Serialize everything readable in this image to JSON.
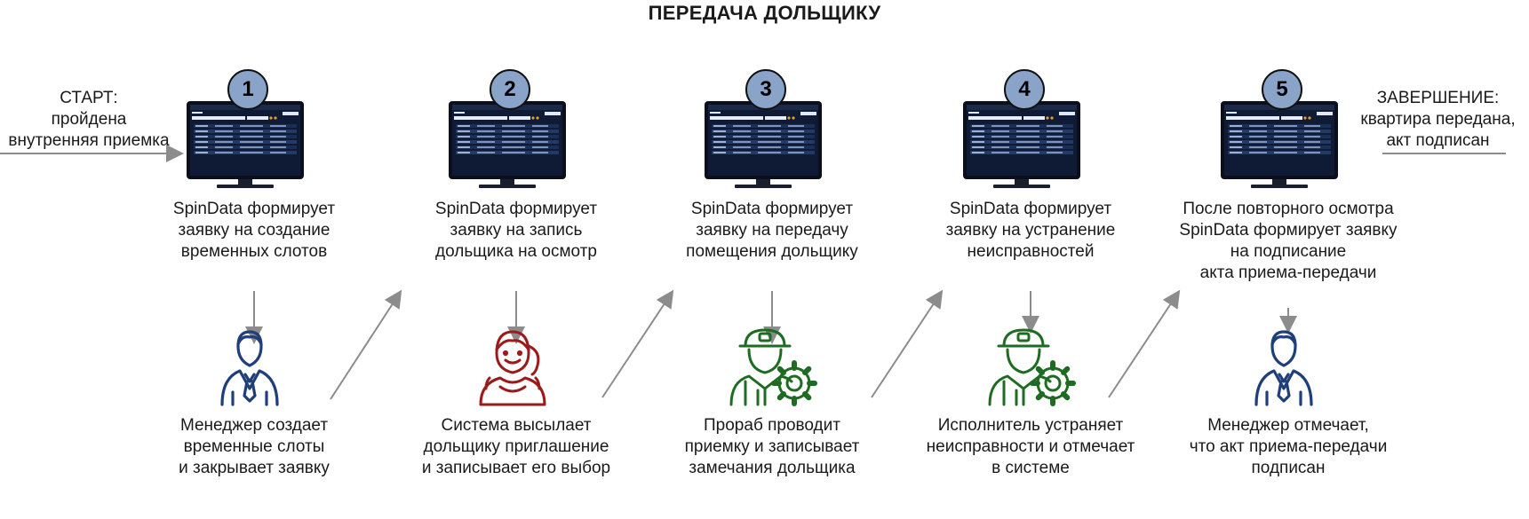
{
  "title": "ПЕРЕДАЧА ДОЛЬЩИКУ",
  "start": {
    "lines": [
      "СТАРТ:",
      "пройдена",
      "внутренняя приемка"
    ]
  },
  "finish": {
    "lines": [
      "ЗАВЕРШЕНИЕ:",
      "квартира передана,",
      "акт подписан"
    ]
  },
  "steps": [
    {
      "number": "1",
      "desc": [
        "SpinData формирует",
        "заявку на создание",
        "временных слотов"
      ],
      "person_icon": "manager-icon",
      "person_color": "#1f3f7a",
      "caption": [
        "Менеджер создает",
        "временные слоты",
        "и закрывает заявку"
      ]
    },
    {
      "number": "2",
      "desc": [
        "SpinData формирует",
        "заявку на запись",
        "дольщика на осмотр"
      ],
      "person_icon": "woman-operator-icon",
      "person_color": "#9b1a1a",
      "caption": [
        "Система высылает",
        "дольщику приглашение",
        "и записывает его выбор"
      ]
    },
    {
      "number": "3",
      "desc": [
        "SpinData формирует",
        "заявку на передачу",
        "помещения дольщику"
      ],
      "person_icon": "foreman-gear-icon",
      "person_color": "#1e6b22",
      "caption": [
        "Прораб проводит",
        "приемку и записывает",
        "замечания дольщика"
      ]
    },
    {
      "number": "4",
      "desc": [
        "SpinData формирует",
        "заявку на устранение",
        "неисправностей"
      ],
      "person_icon": "worker-gear-icon",
      "person_color": "#1e6b22",
      "caption": [
        "Исполнитель устраняет",
        "неисправности и отмечает",
        "в системе"
      ]
    },
    {
      "number": "5",
      "desc": [
        "После повторного осмотра",
        "SpinData формирует заявку",
        "на подписание",
        "акта приема-передачи"
      ],
      "person_icon": "manager-icon",
      "person_color": "#1f3f7a",
      "caption": [
        "Менеджер отмечает,",
        "что акт приема-передачи",
        "подписан"
      ]
    }
  ],
  "colors": {
    "badge": "#8aa3c9",
    "monitor_screen": "#0f1a35",
    "arrow": "#8c8c8c"
  }
}
